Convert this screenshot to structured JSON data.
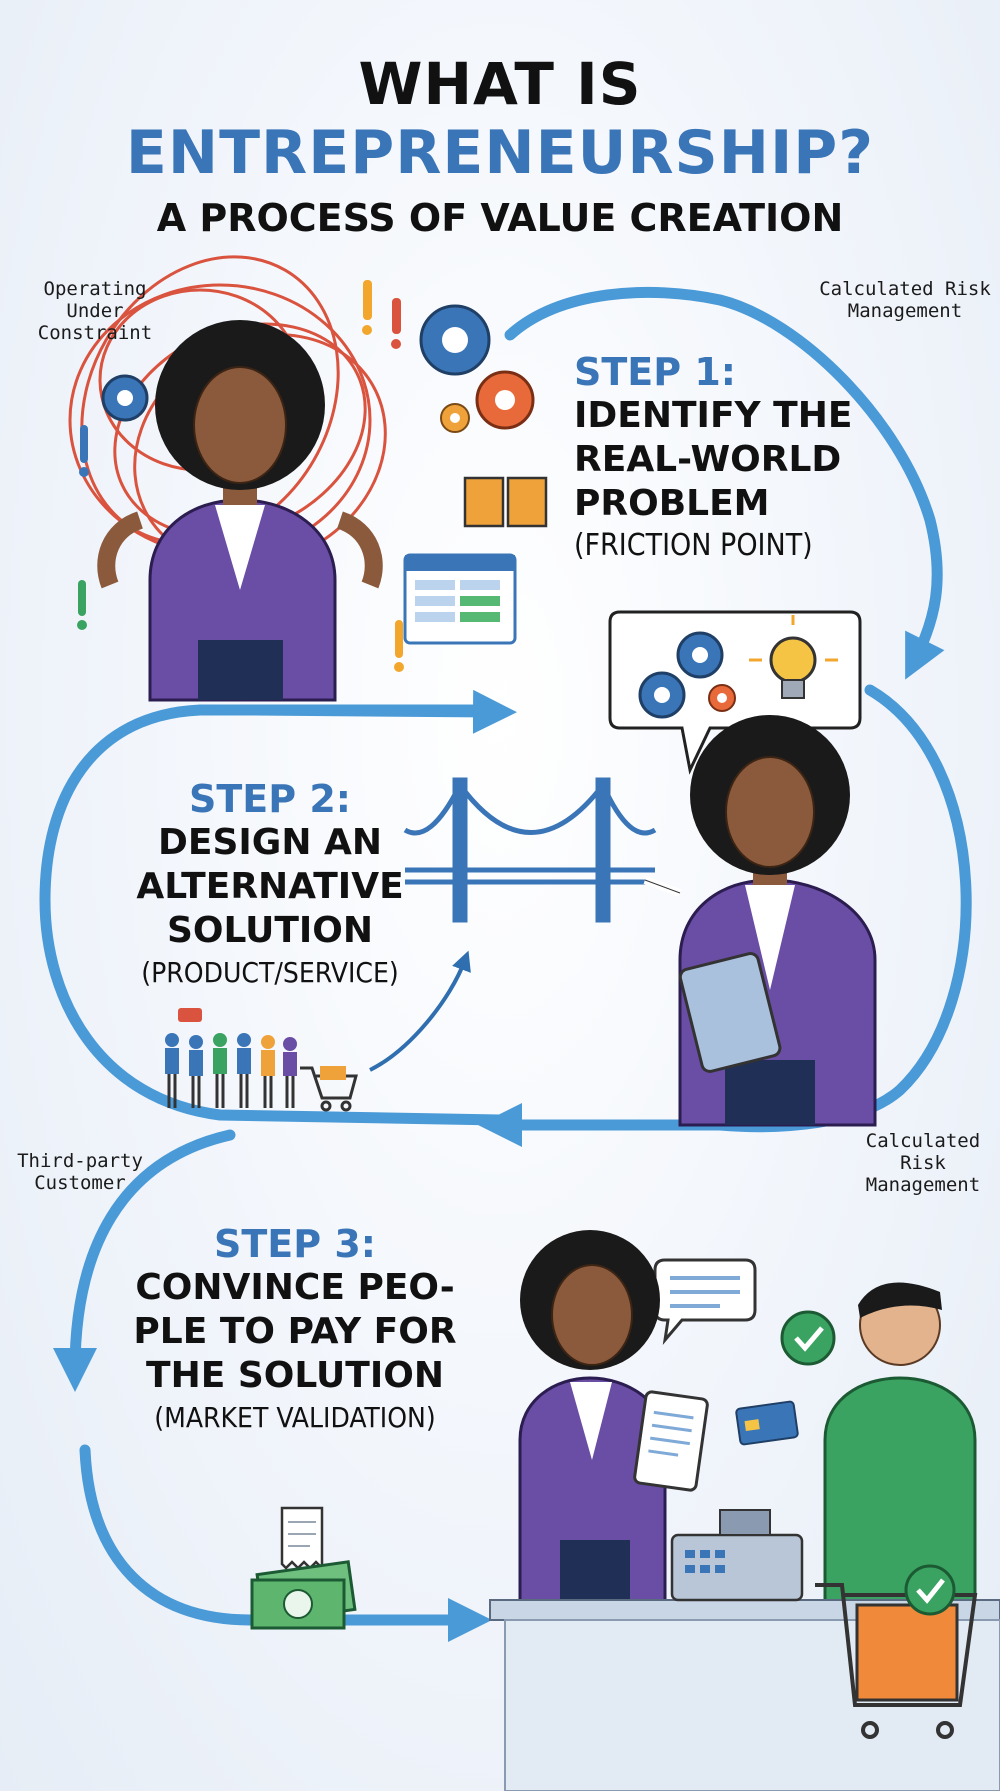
{
  "header": {
    "line1": "WHAT IS",
    "line2": "ENTREPRENEURSHIP?",
    "line3": "A PROCESS OF VALUE CREATION"
  },
  "side_labels": {
    "top_left": "Operating Under Constraint",
    "top_right": "Calculated Risk Management",
    "mid_left": "Third-party Customer",
    "mid_right": "Calculated Risk Management"
  },
  "steps": [
    {
      "number": "STEP 1:",
      "title": "IDENTIFY THE REAL-WORLD PROBLEM",
      "subtitle": "(FRICTION POINT)"
    },
    {
      "number": "STEP 2:",
      "title": "DESIGN AN ALTERNATIVE SOLUTION",
      "subtitle": "(PRODUCT/SERVICE)"
    },
    {
      "number": "STEP 3:",
      "title": "CONVINCE PEO- PLE TO PAY FOR THE SOLUTION",
      "subtitle": "(MARKET VALIDATION)"
    }
  ],
  "icons": [
    "gear-icon",
    "exclamation-icon",
    "broken-box-icon",
    "spreadsheet-icon",
    "lightbulb-icon",
    "speech-bubble-icon",
    "bridge-icon",
    "pen-icon",
    "tablet-icon",
    "shopping-cart-icon",
    "checkmark-icon",
    "credit-card-icon",
    "receipt-icon",
    "cash-icon",
    "cash-register-icon"
  ],
  "colors": {
    "accent_blue": "#3a75b8",
    "flow_arrow": "#4a9ad8",
    "purple_blazer": "#6a4ea6",
    "green_sweater": "#3aa361",
    "tangle_red": "#d9533e"
  }
}
